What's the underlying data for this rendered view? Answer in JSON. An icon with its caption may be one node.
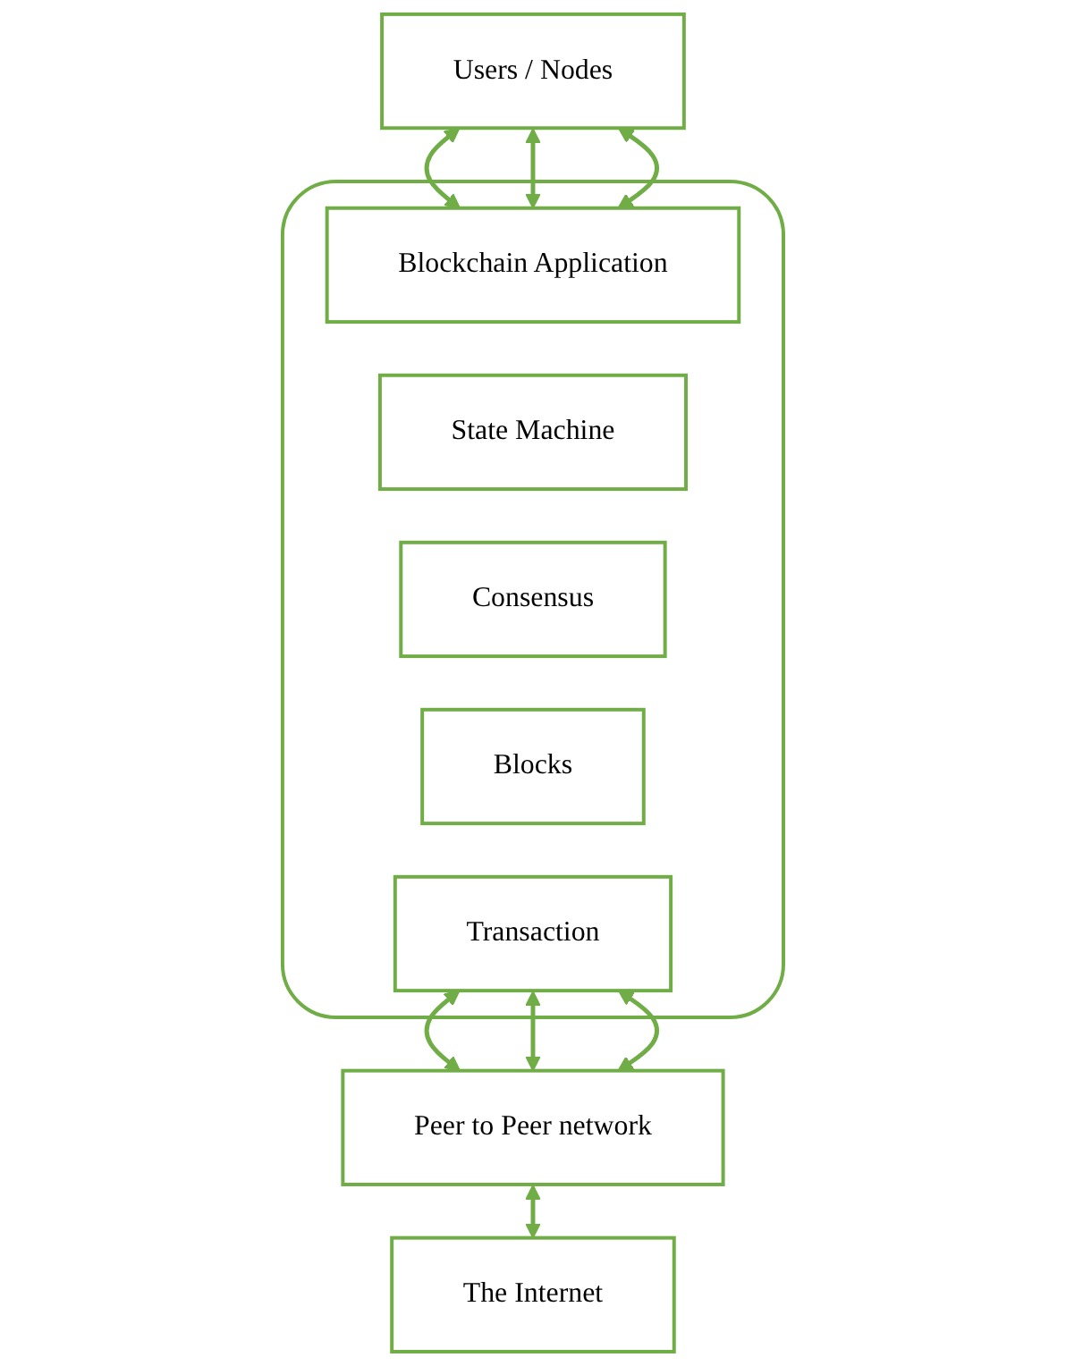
{
  "diagram": {
    "nodes": [
      {
        "text": [
          "Users / Nodes"
        ]
      },
      {
        "text": [],
        "shape": "box"
      },
      {
        "text": [
          "Blockchain Application"
        ],
        "in": 1
      },
      {
        "text": [
          "State Machine"
        ],
        "in": 1
      },
      {
        "text": [
          "Consensus"
        ],
        "in": 1
      },
      {
        "text": [
          "Blocks"
        ],
        "in": 1
      },
      {
        "text": [
          "Transaction"
        ],
        "in": 1
      },
      {
        "text": [
          "Peer to Peer network"
        ]
      },
      {
        "text": [
          "The Internet"
        ]
      }
    ],
    "edges": [
      {
        "from": 0,
        "to": 2,
        "arrow": "both"
      },
      {
        "from": 0,
        "to": 2,
        "arrow": "both"
      },
      {
        "from": 0,
        "to": 2,
        "arrow": "both"
      },
      {
        "from": 6,
        "to": 7,
        "arrow": "both"
      },
      {
        "from": 6,
        "to": 7,
        "arrow": "both"
      },
      {
        "from": 6,
        "to": 7,
        "arrow": "both"
      },
      {
        "from": 7,
        "to": 8,
        "arrow": "both"
      }
    ]
  }
}
